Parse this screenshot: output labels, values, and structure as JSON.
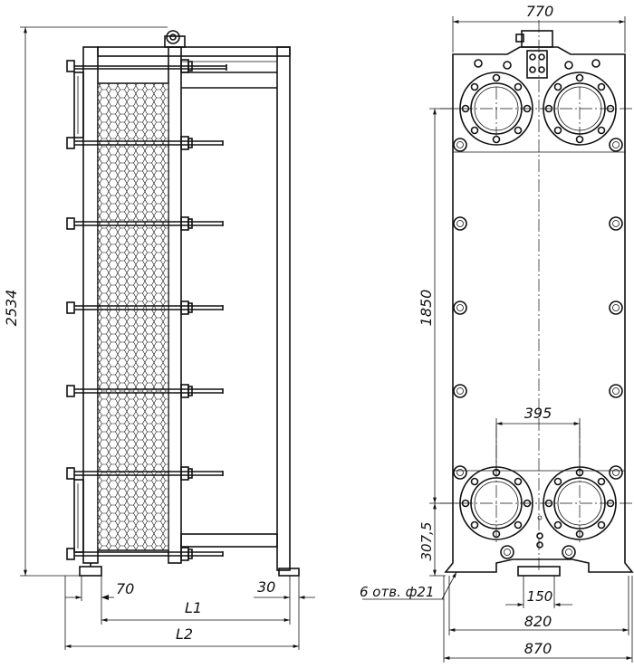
{
  "dimensions": {
    "height_total": "2534",
    "offset_70": "70",
    "offset_30": "30",
    "length_l1": "L1",
    "length_l2": "L2",
    "width_top": "770",
    "height_1850": "1850",
    "spacing_395": "395",
    "height_307_5": "307,5",
    "holes_note": "6 отв. ф21",
    "width_150": "150",
    "width_820": "820",
    "width_870": "870"
  }
}
